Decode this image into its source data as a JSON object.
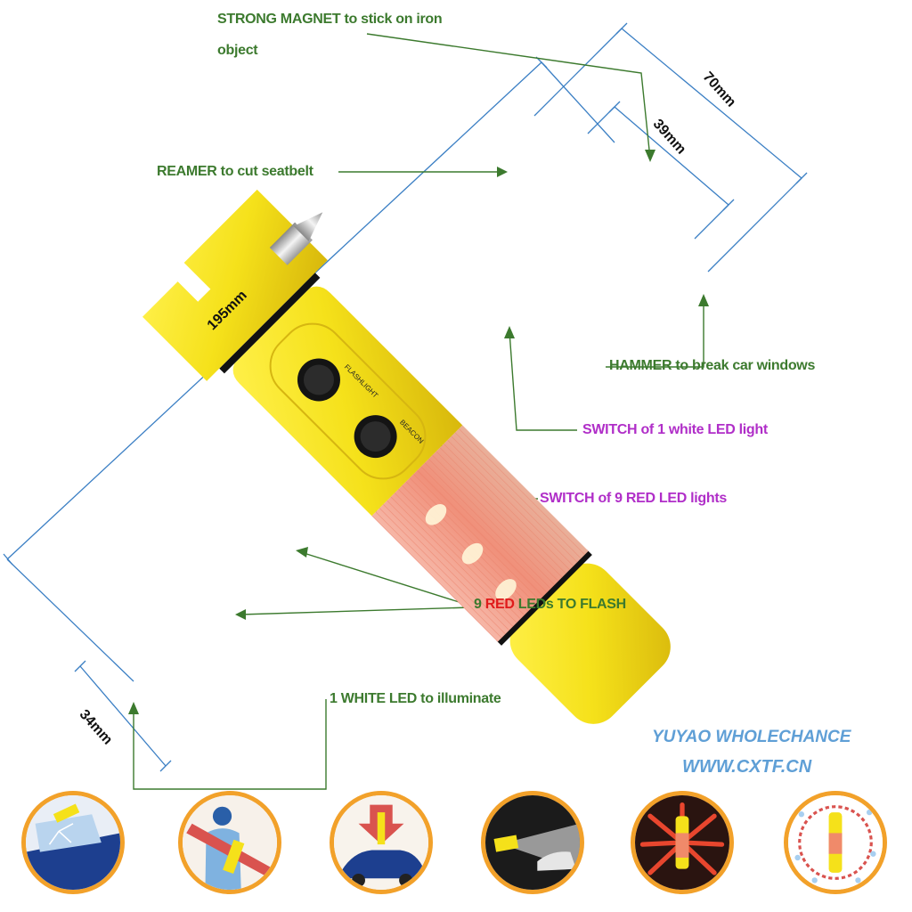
{
  "annotations": {
    "magnet_line1": "STRONG MAGNET to stick on iron",
    "magnet_line2": "object",
    "reamer": "REAMER to cut seatbelt",
    "hammer": "HAMMER to break car windows",
    "switch_white": "SWITCH of 1 white LED light",
    "switch_red": "SWITCH of 9 RED LED lights",
    "leds_prefix": "9 ",
    "leds_red_word": "RED",
    "leds_suffix": " LEDs TO FLASH",
    "white_led": "1 WHITE LED to illuminate"
  },
  "dimensions": {
    "length": "195mm",
    "width_head": "70mm",
    "width_mid": "39mm",
    "width_base": "34mm"
  },
  "device_labels": {
    "flashlight": "FLASHLIGHT",
    "beacon": "BEACON"
  },
  "brand": {
    "name": "YUYAO WHOLECHANCE",
    "url": "WWW.CXTF.CN"
  },
  "usage_icons": [
    {
      "name": "break-window-icon"
    },
    {
      "name": "cut-seatbelt-icon"
    },
    {
      "name": "magnet-on-car-icon"
    },
    {
      "name": "flashlight-icon"
    },
    {
      "name": "red-flash-icon"
    },
    {
      "name": "waterproof-icon"
    }
  ],
  "colors": {
    "label_green": "#3c7a2e",
    "label_purple": "#b02ec8",
    "label_red": "#e01b1b",
    "dimension_blue": "#3b7fc4",
    "body_yellow": "#f5e11a",
    "lens_red": "#f0a08a",
    "icon_ring": "#f2a12a",
    "brand_blue": "#5f9fd6"
  }
}
